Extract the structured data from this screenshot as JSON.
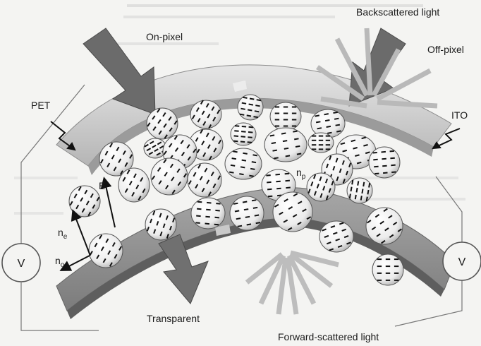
{
  "labels": {
    "on_pixel": "On-pixel",
    "off_pixel": "Off-pixel",
    "backscattered": "Backscattered light",
    "pet": "PET",
    "ito": "ITO",
    "transparent": "Transparent",
    "forward_scattered": "Forward-scattered light",
    "e_field": "E",
    "n_e": "n",
    "n_e_sub": "e",
    "n_o": "n",
    "n_o_sub": "o",
    "n_p": "n",
    "n_p_sub": "p",
    "voltage_left": "V",
    "voltage_right": "V"
  },
  "colors": {
    "paper": "#f4f4f2",
    "arrow_dark": "#666666",
    "arrow_light": "#c4c4c4",
    "film_light": "#d9d9d9",
    "film_dark": "#8a8a8a",
    "droplet": "#f7f7f7",
    "dash": "#111111"
  }
}
